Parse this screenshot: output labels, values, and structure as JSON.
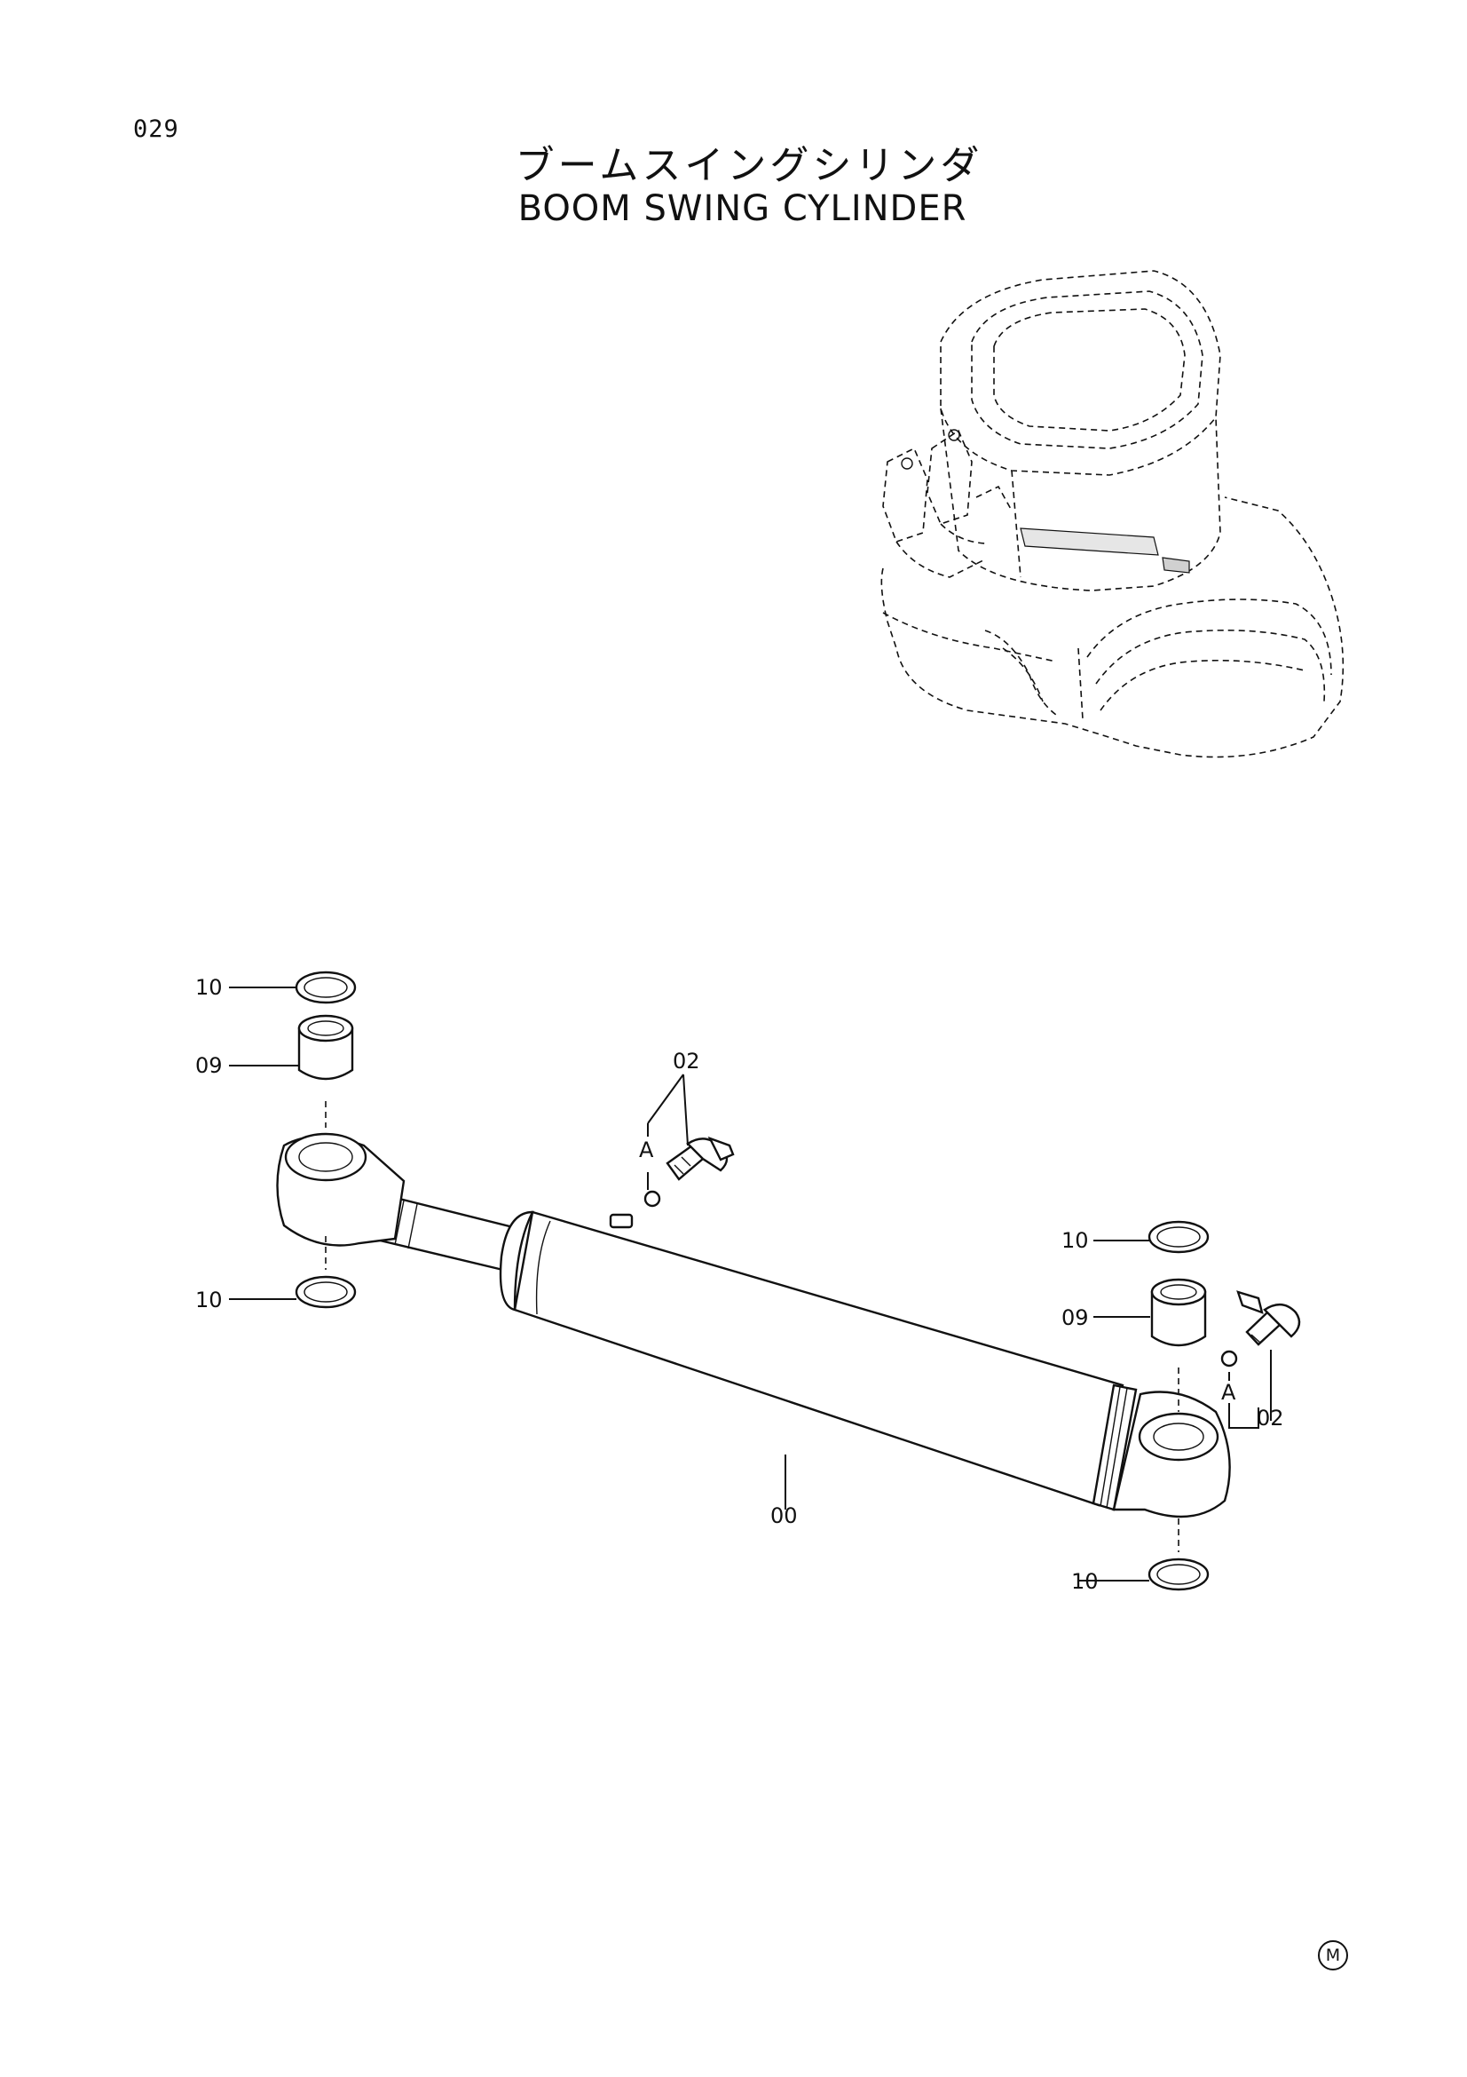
{
  "header": {
    "page_number": "029",
    "title_ja": "ブームスイングシリンダ",
    "title_en": "BOOM SWING CYLINDER"
  },
  "callouts": {
    "c10_top_left": "10",
    "c09_left": "09",
    "c02_top": "02",
    "a_top": "A",
    "c10_bottom_left": "10",
    "c00": "00",
    "c10_right_top": "10",
    "c09_right": "09",
    "a_right": "A",
    "c02_right": "02",
    "c10_bottom_right": "10"
  },
  "footer": {
    "trademark": "M"
  }
}
